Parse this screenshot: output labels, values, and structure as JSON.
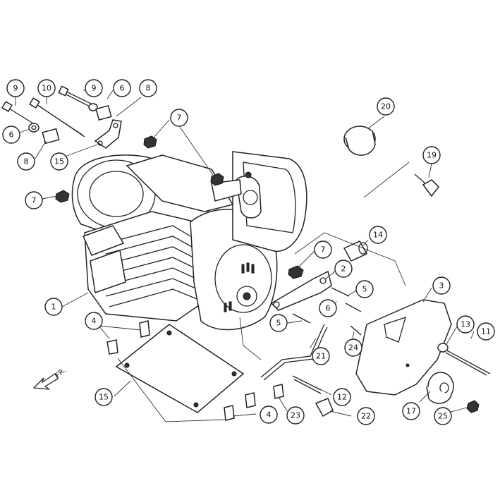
{
  "direction_label": "FR.",
  "callouts": [
    {
      "n": "9"
    },
    {
      "n": "10"
    },
    {
      "n": "9"
    },
    {
      "n": "6"
    },
    {
      "n": "8"
    },
    {
      "n": "6"
    },
    {
      "n": "8"
    },
    {
      "n": "15"
    },
    {
      "n": "7"
    },
    {
      "n": "7"
    },
    {
      "n": "20"
    },
    {
      "n": "19"
    },
    {
      "n": "14"
    },
    {
      "n": "7"
    },
    {
      "n": "2"
    },
    {
      "n": "3"
    },
    {
      "n": "5"
    },
    {
      "n": "6"
    },
    {
      "n": "5"
    },
    {
      "n": "1"
    },
    {
      "n": "4"
    },
    {
      "n": "13"
    },
    {
      "n": "11"
    },
    {
      "n": "24"
    },
    {
      "n": "21"
    },
    {
      "n": "15"
    },
    {
      "n": "12"
    },
    {
      "n": "17"
    },
    {
      "n": "25"
    },
    {
      "n": "4"
    },
    {
      "n": "23"
    },
    {
      "n": "22"
    }
  ]
}
